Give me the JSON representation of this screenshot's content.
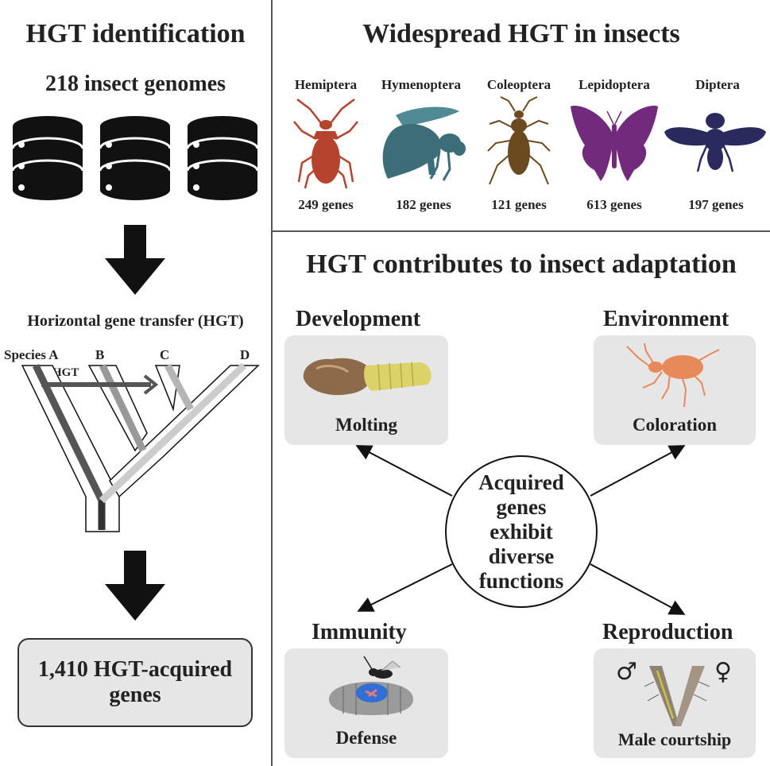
{
  "left": {
    "heading": "HGT identification",
    "genomes_label": "218 insect genomes",
    "database_icons": [
      "database-icon",
      "database-icon",
      "database-icon"
    ],
    "tree_title": "Horizontal gene transfer (HGT)",
    "species": [
      "Species A",
      "B",
      "C",
      "D"
    ],
    "hgt_label": "HGT",
    "result_line1": "1,410 HGT-acquired",
    "result_line2": "genes"
  },
  "top_right": {
    "heading": "Widespread HGT in insects",
    "orders": [
      {
        "name": "Hemiptera",
        "genes": "249 genes",
        "color": "#b5432e"
      },
      {
        "name": "Hymenoptera",
        "genes": "182 genes",
        "color": "#3c6d78"
      },
      {
        "name": "Coleoptera",
        "genes": "121 genes",
        "color": "#6b4a1f"
      },
      {
        "name": "Lepidoptera",
        "genes": "613 genes",
        "color": "#722a7c"
      },
      {
        "name": "Diptera",
        "genes": "197 genes",
        "color": "#2a2a5e"
      }
    ]
  },
  "bottom_right": {
    "heading": "HGT contributes to insect adaptation",
    "center": [
      "Acquired",
      "genes",
      "exhibit",
      "diverse",
      "functions"
    ],
    "categories": {
      "development": {
        "title": "Development",
        "label": "Molting"
      },
      "environment": {
        "title": "Environment",
        "label": "Coloration"
      },
      "immunity": {
        "title": "Immunity",
        "label": "Defense"
      },
      "reproduction": {
        "title": "Reproduction",
        "label": "Male courtship"
      }
    },
    "male_symbol": "♂",
    "female_symbol": "♀"
  }
}
